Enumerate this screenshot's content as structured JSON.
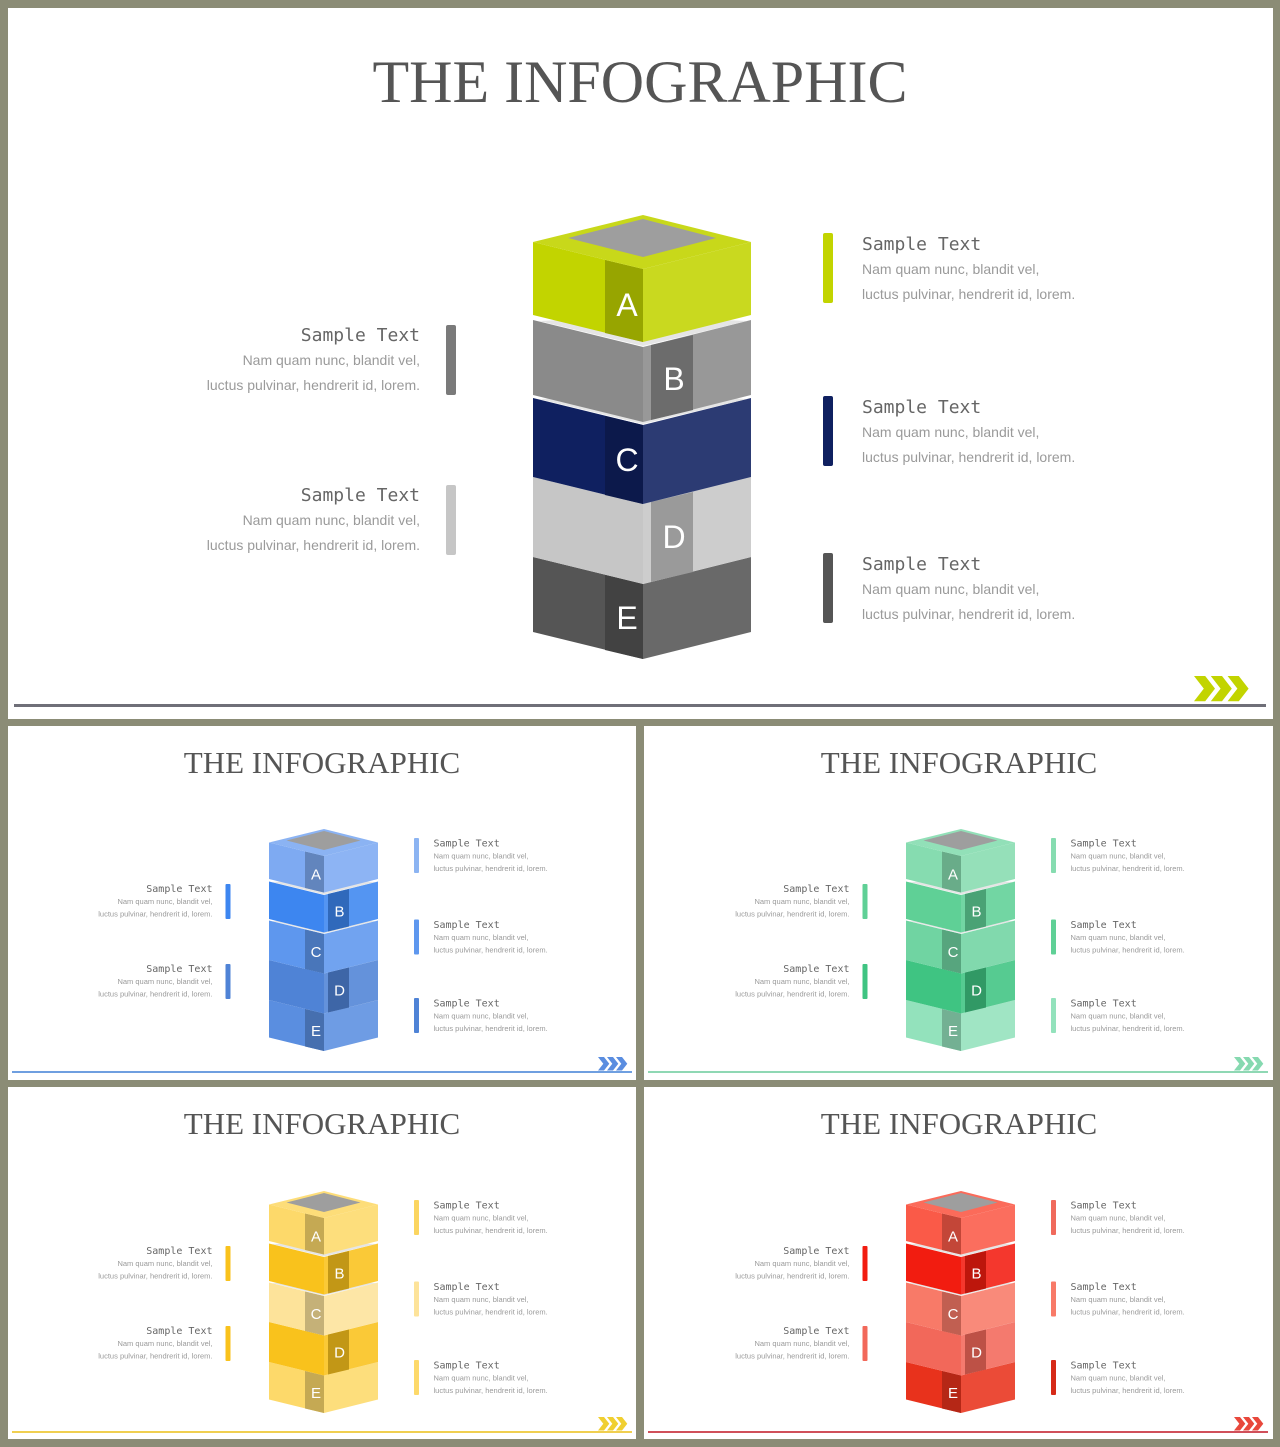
{
  "slides": [
    {
      "id": "main",
      "title": "THE INFOGRAPHIC",
      "line_color": "#6f6f78",
      "arrow_color": "#c2d400",
      "blocks": [
        {
          "label": "A",
          "color": "#c2d400"
        },
        {
          "label": "B",
          "color": "#8a8a8a"
        },
        {
          "label": "C",
          "color": "#0f2060"
        },
        {
          "label": "D",
          "color": "#c6c6c6"
        },
        {
          "label": "E",
          "color": "#555555"
        }
      ],
      "callouts": [
        {
          "side": "right",
          "heading": "Sample Text",
          "line1": "Nam quam nunc, blandit vel,",
          "line2": "luctus pulvinar, hendrerit id, lorem.",
          "bar_color": "#c2d400"
        },
        {
          "side": "left",
          "heading": "Sample Text",
          "line1": "Nam quam nunc, blandit vel,",
          "line2": "luctus pulvinar, hendrerit id, lorem.",
          "bar_color": "#7a7a7a"
        },
        {
          "side": "right",
          "heading": "Sample Text",
          "line1": "Nam quam nunc, blandit vel,",
          "line2": "luctus pulvinar, hendrerit id, lorem.",
          "bar_color": "#0f2060"
        },
        {
          "side": "left",
          "heading": "Sample Text",
          "line1": "Nam quam nunc, blandit vel,",
          "line2": "luctus pulvinar, hendrerit id, lorem.",
          "bar_color": "#c6c6c6"
        },
        {
          "side": "right",
          "heading": "Sample Text",
          "line1": "Nam quam nunc, blandit vel,",
          "line2": "luctus pulvinar, hendrerit id, lorem.",
          "bar_color": "#555555"
        }
      ]
    },
    {
      "id": "blue",
      "title": "THE INFOGRAPHIC",
      "line_color": "#6f9fe0",
      "arrow_color": "#5a8de0",
      "blocks": [
        {
          "label": "A",
          "color": "#7eaaf2"
        },
        {
          "label": "B",
          "color": "#3d86f0"
        },
        {
          "label": "C",
          "color": "#5e97ee"
        },
        {
          "label": "D",
          "color": "#4f83d6"
        },
        {
          "label": "E",
          "color": "#5a8ee0"
        }
      ],
      "callouts": [
        {
          "side": "right",
          "heading": "Sample Text",
          "line1": "Nam quam nunc, blandit vel,",
          "line2": "luctus pulvinar, hendrerit id, lorem.",
          "bar_color": "#8cb4f2"
        },
        {
          "side": "left",
          "heading": "Sample Text",
          "line1": "Nam quam nunc, blandit vel,",
          "line2": "luctus pulvinar, hendrerit id, lorem.",
          "bar_color": "#3d86f0"
        },
        {
          "side": "right",
          "heading": "Sample Text",
          "line1": "Nam quam nunc, blandit vel,",
          "line2": "luctus pulvinar, hendrerit id, lorem.",
          "bar_color": "#5e97ee"
        },
        {
          "side": "left",
          "heading": "Sample Text",
          "line1": "Nam quam nunc, blandit vel,",
          "line2": "luctus pulvinar, hendrerit id, lorem.",
          "bar_color": "#4f83d6"
        },
        {
          "side": "right",
          "heading": "Sample Text",
          "line1": "Nam quam nunc, blandit vel,",
          "line2": "luctus pulvinar, hendrerit id, lorem.",
          "bar_color": "#4f83d6"
        }
      ]
    },
    {
      "id": "green",
      "title": "THE INFOGRAPHIC",
      "line_color": "#8fd8b4",
      "arrow_color": "#86d9b0",
      "blocks": [
        {
          "label": "A",
          "color": "#86dcb0"
        },
        {
          "label": "B",
          "color": "#5fd096"
        },
        {
          "label": "C",
          "color": "#70d4a2"
        },
        {
          "label": "D",
          "color": "#3fc482"
        },
        {
          "label": "E",
          "color": "#93e2bc"
        }
      ],
      "callouts": [
        {
          "side": "right",
          "heading": "Sample Text",
          "line1": "Nam quam nunc, blandit vel,",
          "line2": "luctus pulvinar, hendrerit id, lorem.",
          "bar_color": "#86dcb0"
        },
        {
          "side": "left",
          "heading": "Sample Text",
          "line1": "Nam quam nunc, blandit vel,",
          "line2": "luctus pulvinar, hendrerit id, lorem.",
          "bar_color": "#5fd096"
        },
        {
          "side": "right",
          "heading": "Sample Text",
          "line1": "Nam quam nunc, blandit vel,",
          "line2": "luctus pulvinar, hendrerit id, lorem.",
          "bar_color": "#5fd096"
        },
        {
          "side": "left",
          "heading": "Sample Text",
          "line1": "Nam quam nunc, blandit vel,",
          "line2": "luctus pulvinar, hendrerit id, lorem.",
          "bar_color": "#3fc482"
        },
        {
          "side": "right",
          "heading": "Sample Text",
          "line1": "Nam quam nunc, blandit vel,",
          "line2": "luctus pulvinar, hendrerit id, lorem.",
          "bar_color": "#93e2bc"
        }
      ]
    },
    {
      "id": "yellow",
      "title": "THE INFOGRAPHIC",
      "line_color": "#f0cf50",
      "arrow_color": "#f0cf30",
      "blocks": [
        {
          "label": "A",
          "color": "#fdd96a"
        },
        {
          "label": "B",
          "color": "#f9c21c"
        },
        {
          "label": "C",
          "color": "#fde39a"
        },
        {
          "label": "D",
          "color": "#f9c21c"
        },
        {
          "label": "E",
          "color": "#fdd96a"
        }
      ],
      "callouts": [
        {
          "side": "right",
          "heading": "Sample Text",
          "line1": "Nam quam nunc, blandit vel,",
          "line2": "luctus pulvinar, hendrerit id, lorem.",
          "bar_color": "#fbd560"
        },
        {
          "side": "left",
          "heading": "Sample Text",
          "line1": "Nam quam nunc, blandit vel,",
          "line2": "luctus pulvinar, hendrerit id, lorem.",
          "bar_color": "#f9c21c"
        },
        {
          "side": "right",
          "heading": "Sample Text",
          "line1": "Nam quam nunc, blandit vel,",
          "line2": "luctus pulvinar, hendrerit id, lorem.",
          "bar_color": "#fde39a"
        },
        {
          "side": "left",
          "heading": "Sample Text",
          "line1": "Nam quam nunc, blandit vel,",
          "line2": "luctus pulvinar, hendrerit id, lorem.",
          "bar_color": "#f9c21c"
        },
        {
          "side": "right",
          "heading": "Sample Text",
          "line1": "Nam quam nunc, blandit vel,",
          "line2": "luctus pulvinar, hendrerit id, lorem.",
          "bar_color": "#fdd96a"
        }
      ]
    },
    {
      "id": "red",
      "title": "THE INFOGRAPHIC",
      "line_color": "#d0505a",
      "arrow_color": "#e8483c",
      "blocks": [
        {
          "label": "A",
          "color": "#fa5a48"
        },
        {
          "label": "B",
          "color": "#f21c10"
        },
        {
          "label": "C",
          "color": "#f87a68"
        },
        {
          "label": "D",
          "color": "#f2685a"
        },
        {
          "label": "E",
          "color": "#e8321c"
        }
      ],
      "callouts": [
        {
          "side": "right",
          "heading": "Sample Text",
          "line1": "Nam quam nunc, blandit vel,",
          "line2": "luctus pulvinar, hendrerit id, lorem.",
          "bar_color": "#f06a5c"
        },
        {
          "side": "left",
          "heading": "Sample Text",
          "line1": "Nam quam nunc, blandit vel,",
          "line2": "luctus pulvinar, hendrerit id, lorem.",
          "bar_color": "#f21c10"
        },
        {
          "side": "right",
          "heading": "Sample Text",
          "line1": "Nam quam nunc, blandit vel,",
          "line2": "luctus pulvinar, hendrerit id, lorem.",
          "bar_color": "#f87a68"
        },
        {
          "side": "left",
          "heading": "Sample Text",
          "line1": "Nam quam nunc, blandit vel,",
          "line2": "luctus pulvinar, hendrerit id, lorem.",
          "bar_color": "#f2685a"
        },
        {
          "side": "right",
          "heading": "Sample Text",
          "line1": "Nam quam nunc, blandit vel,",
          "line2": "luctus pulvinar, hendrerit id, lorem.",
          "bar_color": "#d62a18"
        }
      ]
    }
  ]
}
